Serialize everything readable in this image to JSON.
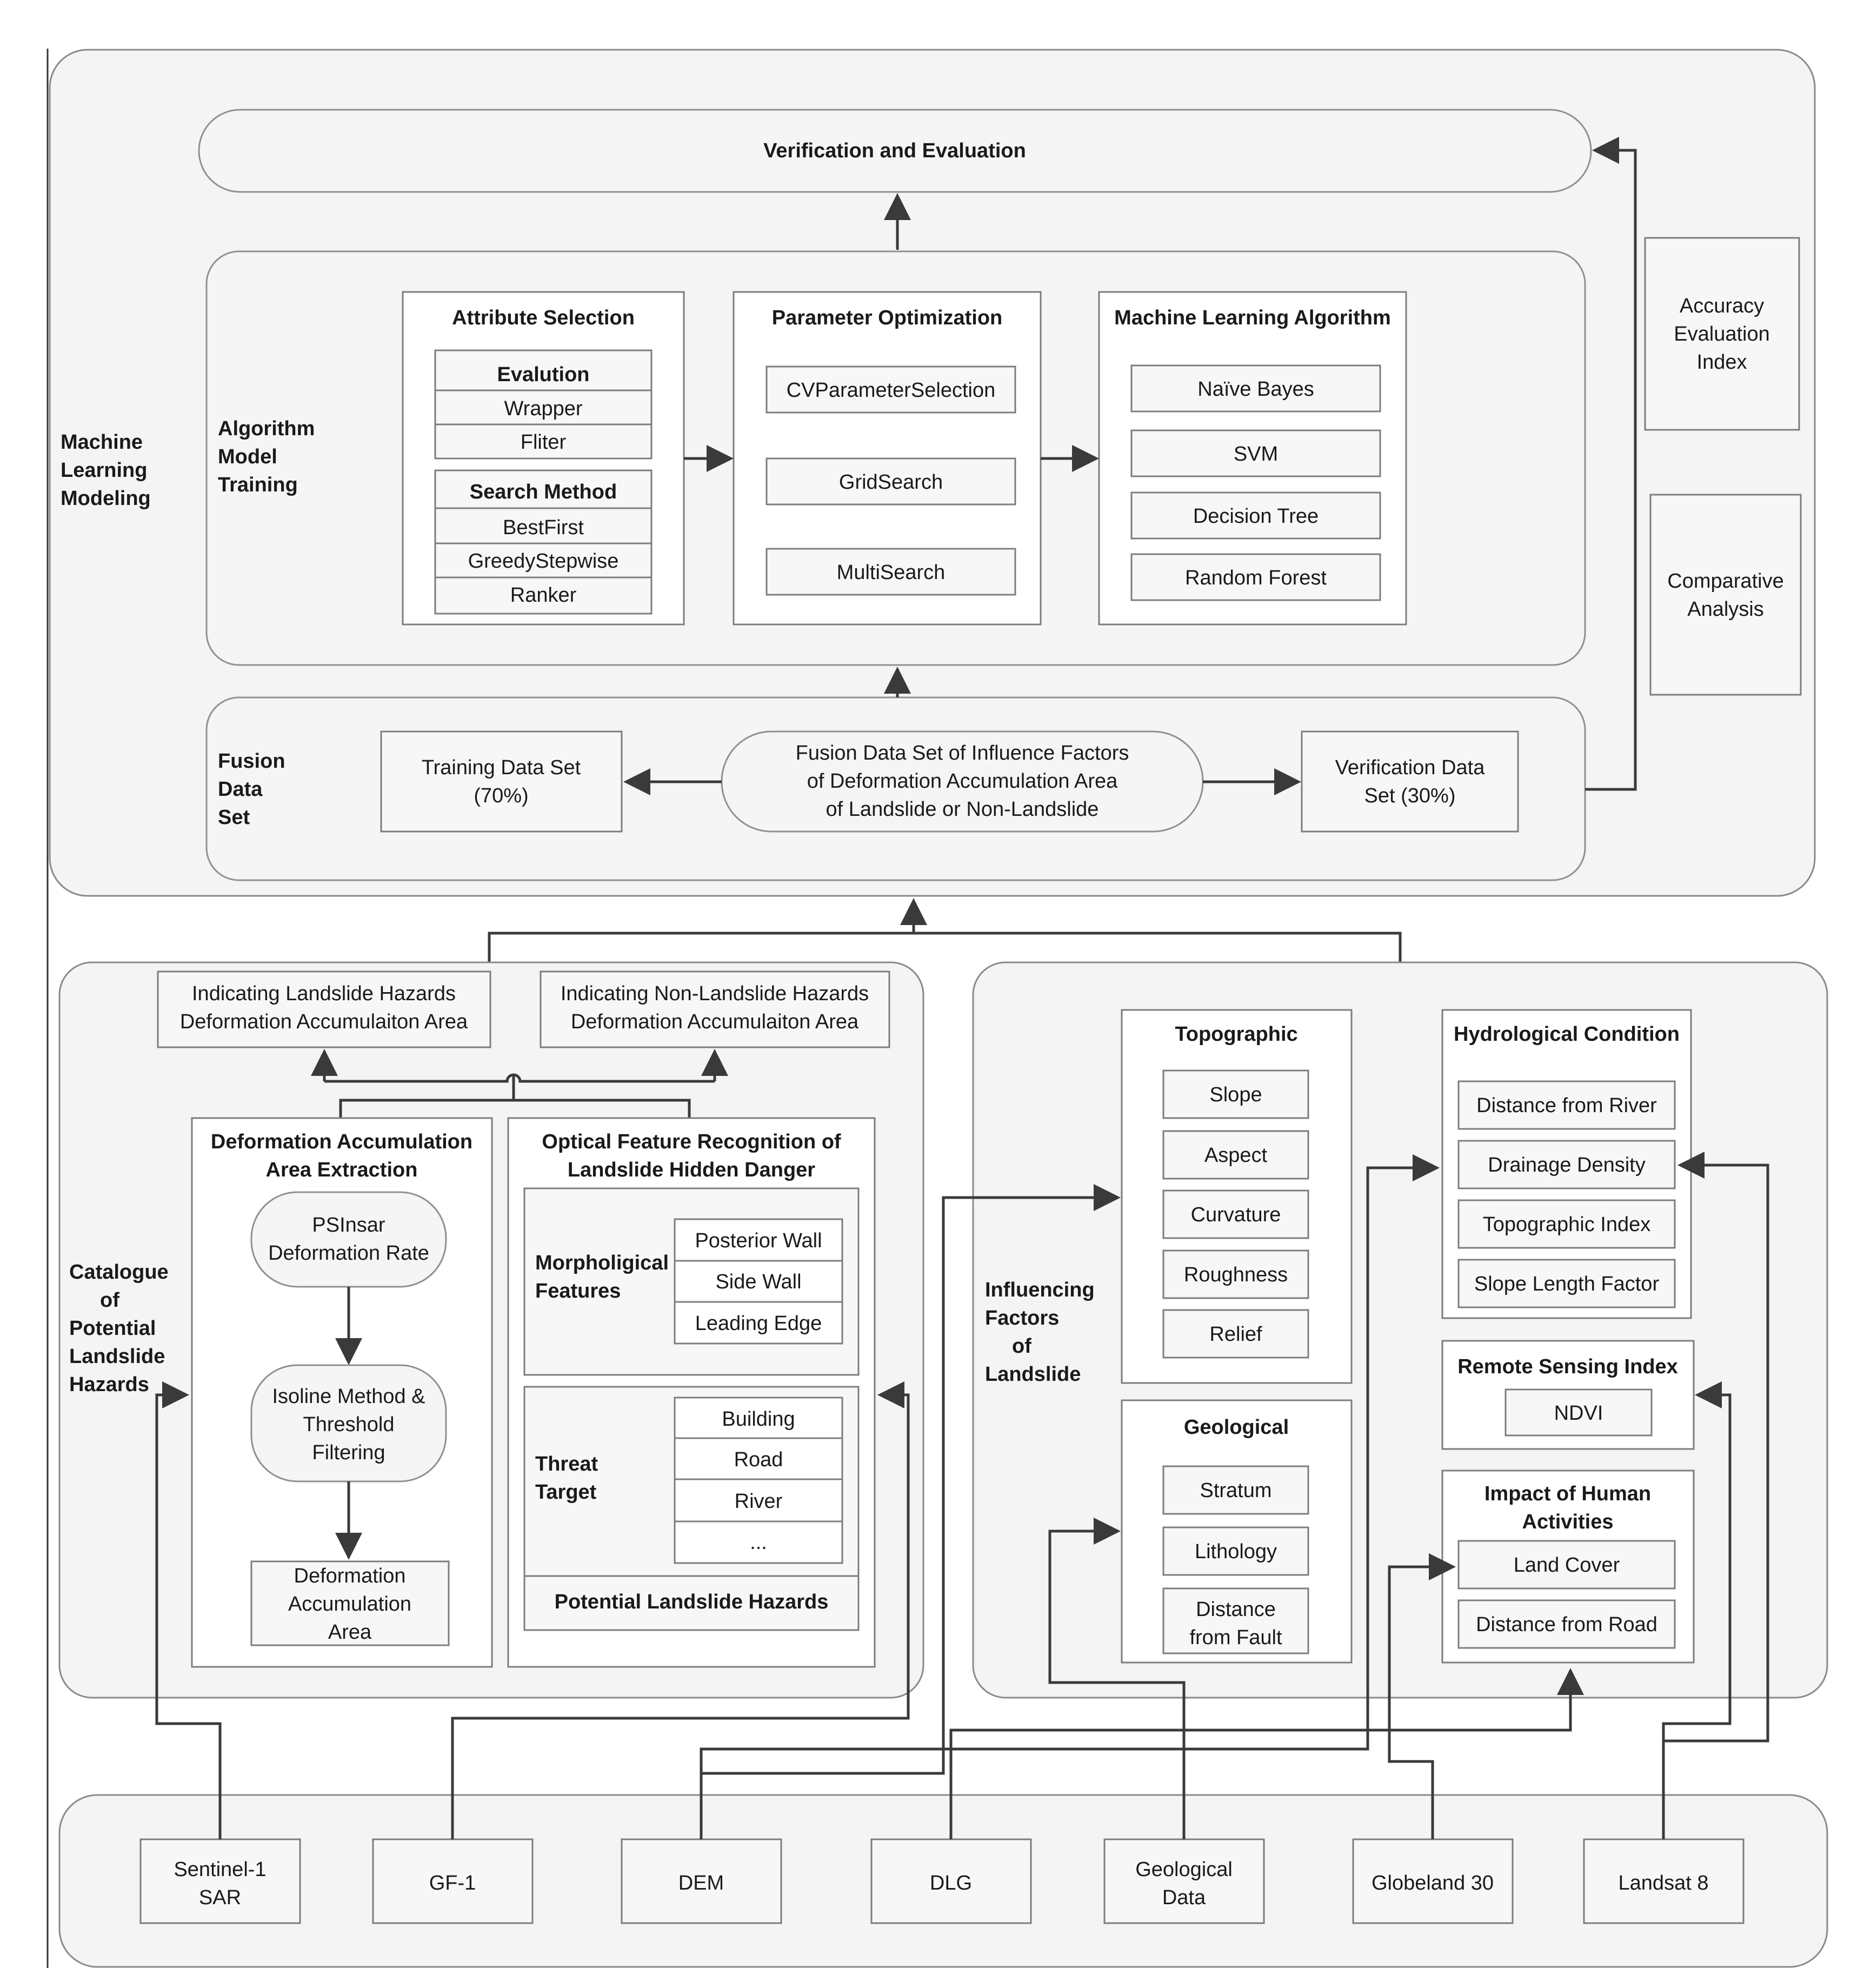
{
  "ml_modeling": {
    "label": [
      "Machine",
      "Learning",
      "Modeling"
    ],
    "verification": "Verification and Evaluation",
    "accuracy_index": [
      "Accuracy",
      "Evaluation",
      "Index"
    ],
    "comparative": [
      "Comparative",
      "Analysis"
    ],
    "algorithm_training": {
      "label": [
        "Algorithm",
        "Model",
        "Training"
      ],
      "attribute_selection": {
        "title": "Attribute Selection",
        "evaluation": {
          "title": "Evalution",
          "items": [
            "Wrapper",
            "Fliter"
          ]
        },
        "search": {
          "title": "Search Method",
          "items": [
            "BestFirst",
            "GreedyStepwise",
            "Ranker"
          ]
        }
      },
      "parameter_optimization": {
        "title": "Parameter Optimization",
        "items": [
          "CVParameterSelection",
          "GridSearch",
          "MultiSearch"
        ]
      },
      "ml_algorithm": {
        "title": "Machine Learning Algorithm",
        "items": [
          "Naïve Bayes",
          "SVM",
          "Decision Tree",
          "Random Forest"
        ]
      }
    },
    "fusion": {
      "label": [
        "Fusion",
        "Data",
        "Set"
      ],
      "training": [
        "Training Data Set",
        "(70%)"
      ],
      "center": [
        "Fusion Data Set of Influence Factors",
        "of Deformation Accumulation Area",
        "of Landslide or Non-Landslide"
      ],
      "verification": [
        "Verification Data",
        "Set (30%)"
      ]
    }
  },
  "catalogue": {
    "label": [
      "Catalogue",
      "of",
      "Potential",
      "Landslide",
      "Hazards"
    ],
    "indicating_landslide": [
      "Indicating Landslide Hazards",
      "Deformation Accumulaiton Area"
    ],
    "indicating_non_landslide": [
      "Indicating Non-Landslide Hazards",
      "Deformation Accumulaiton Area"
    ],
    "deformation": {
      "title": [
        "Deformation Accumulation",
        "Area Extraction"
      ],
      "psinsar": [
        "PSInsar",
        "Deformation Rate"
      ],
      "isoline": [
        "Isoline Method &",
        "Threshold",
        "Filtering"
      ],
      "area": [
        "Deformation",
        "Accumulation",
        "Area"
      ]
    },
    "optical": {
      "title": [
        "Optical Feature Recognition of",
        "Landslide Hidden Danger"
      ],
      "morphological": {
        "label": [
          "Morpholigical",
          "Features"
        ],
        "items": [
          "Posterior Wall",
          "Side Wall",
          "Leading Edge"
        ]
      },
      "threat": {
        "label": [
          "Threat",
          "Target"
        ],
        "items": [
          "Building",
          "Road",
          "River",
          "..."
        ]
      },
      "potential": "Potential Landslide Hazards"
    }
  },
  "influencing": {
    "label": [
      "Influencing",
      "Factors",
      "of",
      "Landslide"
    ],
    "topographic": {
      "title": "Topographic",
      "items": [
        "Slope",
        "Aspect",
        "Curvature",
        "Roughness",
        "Relief"
      ]
    },
    "geological": {
      "title": "Geological",
      "items": [
        [
          "Stratum"
        ],
        [
          "Lithology"
        ],
        [
          "Distance",
          "from Fault"
        ]
      ]
    },
    "hydrological": {
      "title": "Hydrological Condition",
      "items": [
        "Distance from River",
        "Drainage Density",
        "Topographic Index",
        "Slope Length Factor"
      ]
    },
    "remote_sensing": {
      "title": "Remote Sensing Index",
      "items": [
        "NDVI"
      ]
    },
    "human": {
      "title": [
        "Impact of Human",
        "Activities"
      ],
      "items": [
        "Land Cover",
        "Distance from Road"
      ]
    }
  },
  "sources": [
    [
      "Sentinel-1",
      "SAR"
    ],
    [
      "GF-1"
    ],
    [
      "DEM"
    ],
    [
      "DLG"
    ],
    [
      "Geological",
      "Data"
    ],
    [
      "Globeland 30"
    ],
    [
      "Landsat 8"
    ]
  ]
}
